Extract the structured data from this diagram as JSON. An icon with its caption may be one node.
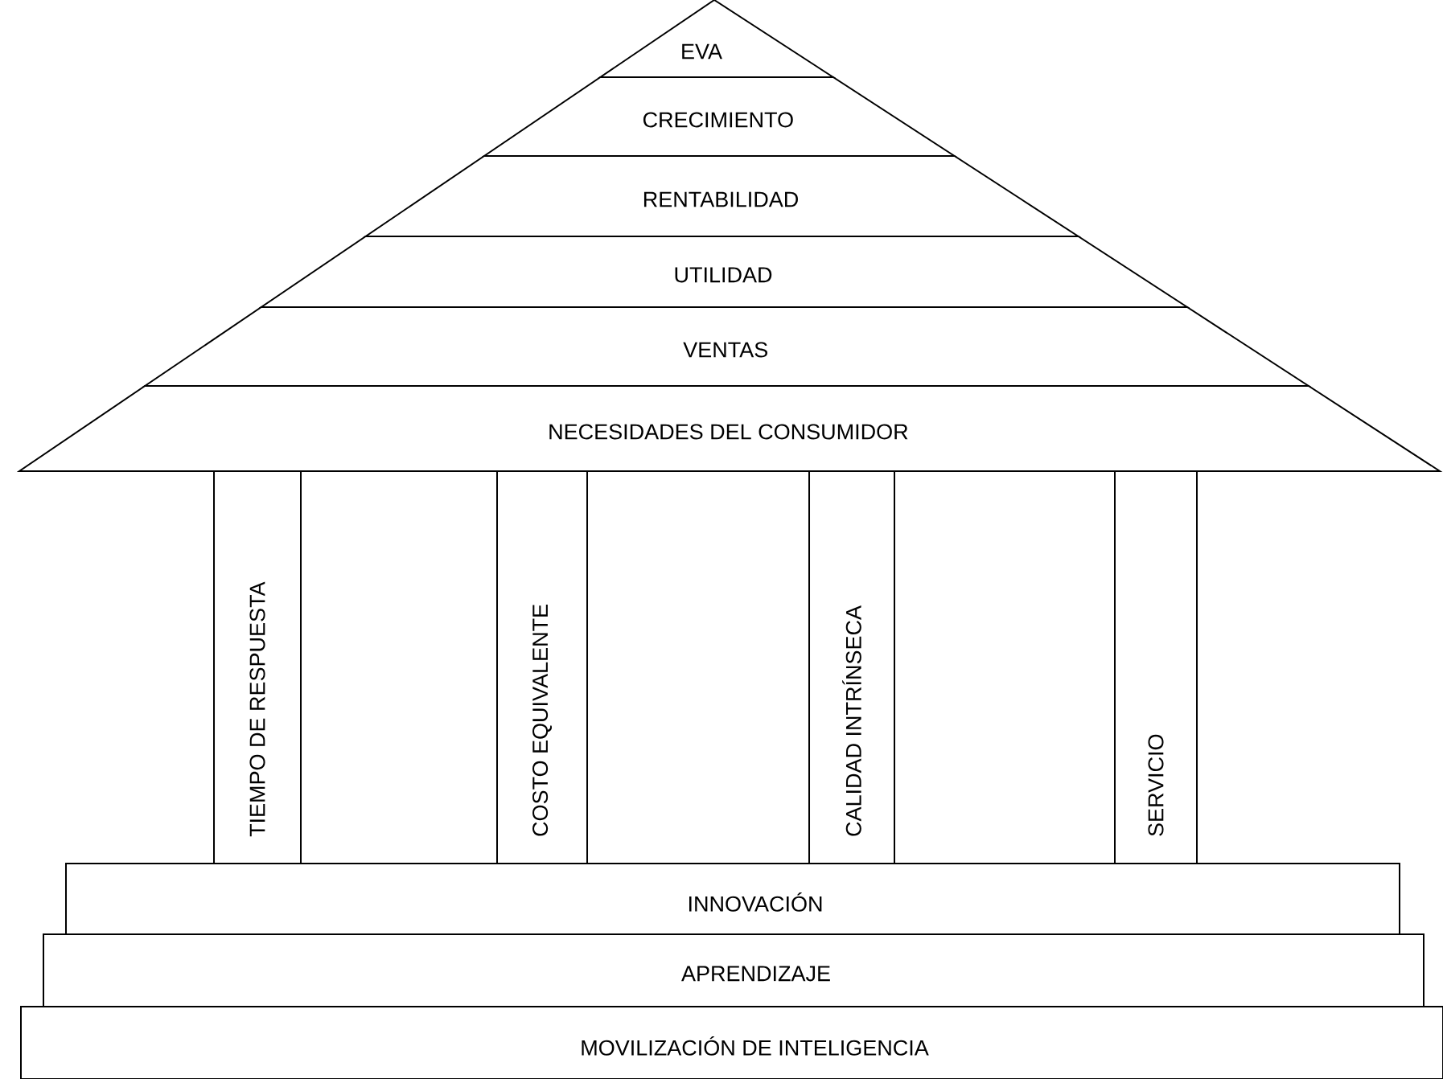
{
  "diagram": {
    "nodes": [
      {
        "text": [
          "EVA"
        ]
      },
      {
        "text": [
          "CRECIMIENTO"
        ]
      },
      {
        "text": [
          "RENTABILIDAD"
        ]
      },
      {
        "text": [
          "UTILIDAD"
        ]
      },
      {
        "text": [
          "VENTAS"
        ]
      },
      {
        "text": [
          "NECESIDADES DEL CONSUMIDOR"
        ]
      },
      {
        "text": [
          "TIEMPO DE RESPUESTA"
        ]
      },
      {
        "text": [
          "COSTO EQUIVALENTE"
        ]
      },
      {
        "text": [
          "CALIDAD INTRÍNSECA"
        ]
      },
      {
        "text": [
          "SERVICIO"
        ]
      },
      {
        "text": [
          "INNOVACIÓN"
        ]
      },
      {
        "text": [
          "APRENDIZAJE"
        ]
      },
      {
        "text": [
          "MOVILIZACIÓN DE INTELIGENCIA"
        ]
      }
    ]
  }
}
